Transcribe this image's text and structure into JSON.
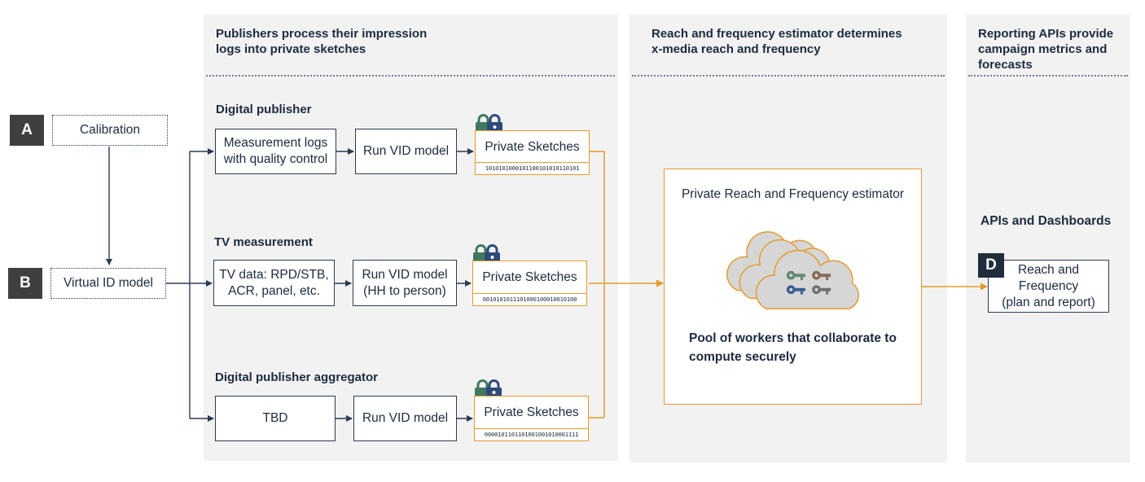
{
  "stages": {
    "publishers_title": "Publishers process their impression\nlogs into private sketches",
    "estimator_title": "Reach and frequency estimator determines\nx-media reach and frequency",
    "reporting_title": "Reporting APIs provide\ncampaign metrics and\nforecasts"
  },
  "inputs": {
    "a_letter": "A",
    "a_label": "Calibration",
    "b_letter": "B",
    "b_label": "Virtual ID model"
  },
  "rows": [
    {
      "title": "Digital publisher",
      "source": "Measurement logs\nwith quality control",
      "model": "Run VID model",
      "sketch": "Private Sketches",
      "bits": "1010101000101100101010110101"
    },
    {
      "title": "TV measurement",
      "source": "TV data: RPD/STB,\nACR, panel, etc.",
      "model": "Run VID model\n(HH to person)",
      "sketch": "Private Sketches",
      "bits": "0010101011101000100010010100"
    },
    {
      "title": "Digital publisher aggregator",
      "source": "TBD",
      "model": "Run VID model",
      "sketch": "Private Sketches",
      "bits": "0000101101101001001010001111"
    }
  ],
  "estimator": {
    "title": "Private Reach and Frequency estimator",
    "note": "Pool of workers that collaborate to\ncompute securely"
  },
  "reporting": {
    "heading": "APIs and Dashboards",
    "d_letter": "D",
    "d_label": "Reach and\nFrequency\n(plan and report)"
  },
  "colors": {
    "accent_orange": "#e59b2b",
    "navy": "#2b3b52",
    "panel_gray": "#f2f2f2",
    "lock_green": "#3f7a5e",
    "lock_blue": "#2f4a7a",
    "key_green": "#5f8a74",
    "key_brown": "#8a6a55",
    "key_blue": "#3a5c8f",
    "key_gray": "#707070"
  },
  "icons": {
    "lock": "padlock-pair-icon",
    "cloud": "cloud-icon",
    "key": "key-icon"
  }
}
